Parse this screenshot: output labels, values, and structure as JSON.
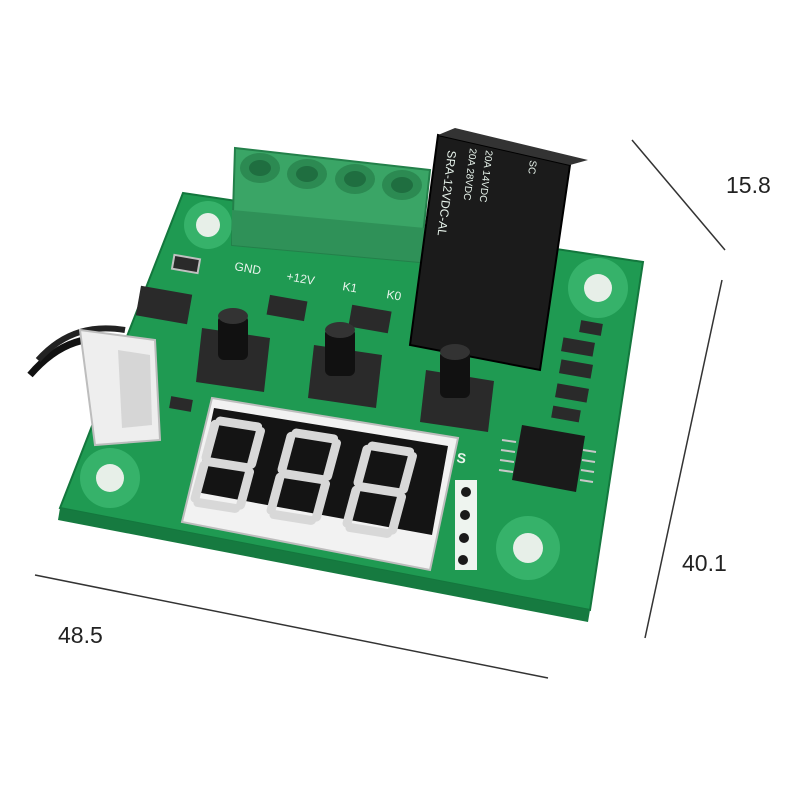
{
  "dimensions": {
    "depth": "15.8",
    "height": "40.1",
    "width": "48.5"
  },
  "silkscreen": {
    "gnd": "GND",
    "v12": "+12V",
    "k1": "K1",
    "k0": "K0",
    "s": "S"
  },
  "relay": {
    "model": "SRA-12VDC-AL",
    "brand": "SC",
    "rating_1": "20A 14VDC",
    "rating_2": "20A 28VDC"
  },
  "display": {
    "digits": "888"
  },
  "colors": {
    "pcb": "#1f9a52",
    "terminal": "#3aa566",
    "relay": "#1b1b1b",
    "display_face": "#141414",
    "segment": "#d8d8d8",
    "background": "#ffffff"
  }
}
